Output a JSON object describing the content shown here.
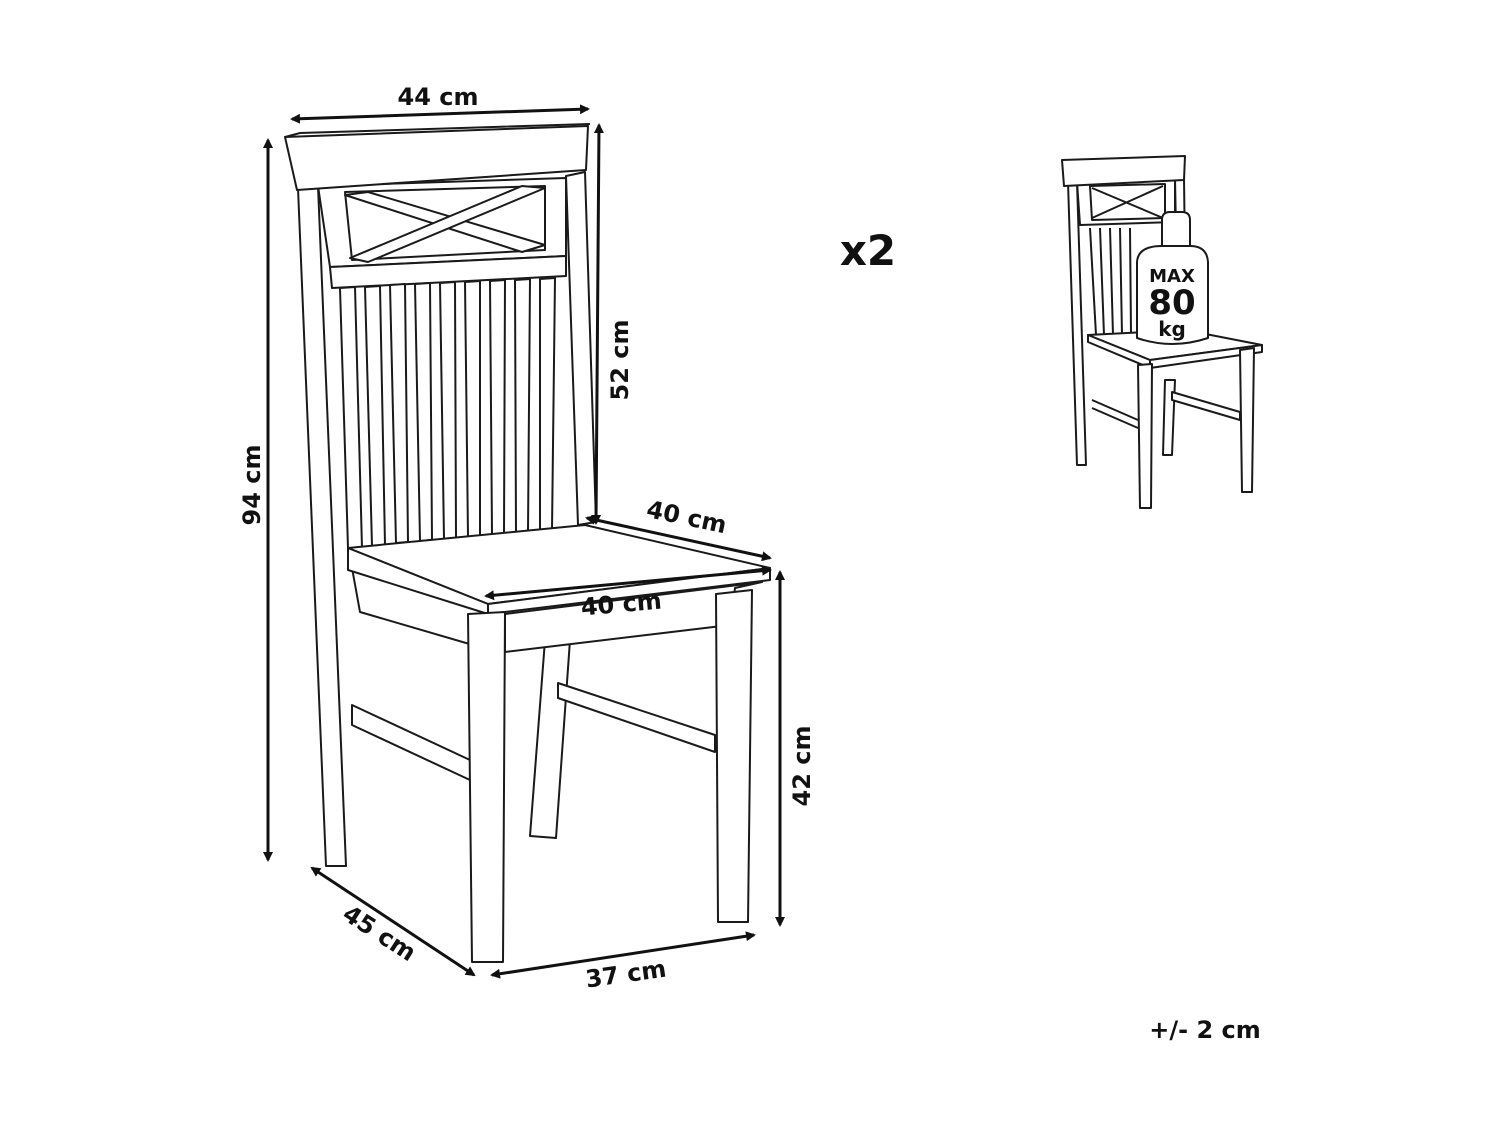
{
  "dimensions": {
    "top_width": "44 cm",
    "total_height": "94 cm",
    "backrest_height": "52 cm",
    "seat_depth": "40 cm",
    "seat_width": "40 cm",
    "seat_height": "42 cm",
    "base_depth": "45 cm",
    "base_width": "37 cm"
  },
  "quantity": "x2",
  "max_load": {
    "label": "MAX",
    "value": "80",
    "unit": "kg"
  },
  "tolerance": "+/- 2 cm",
  "colors": {
    "line": "#1a1a1a",
    "background": "#ffffff"
  }
}
